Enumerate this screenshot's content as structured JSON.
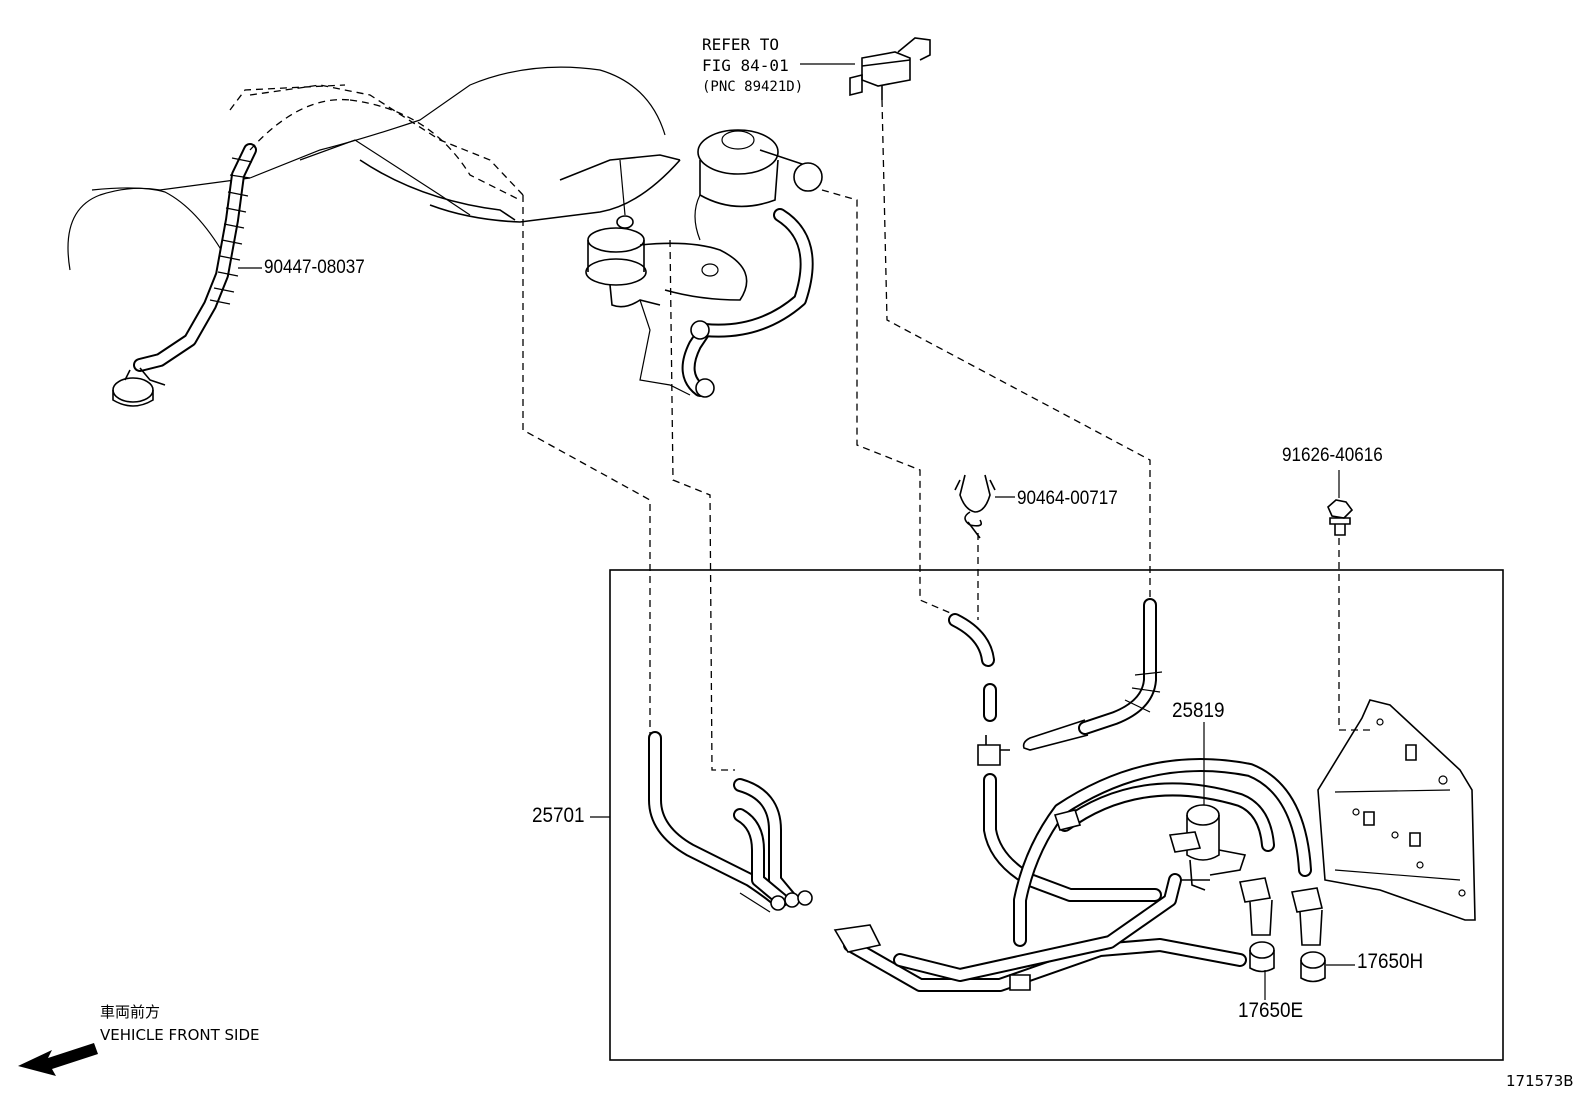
{
  "reference": {
    "line1": "REFER TO",
    "line2": "FIG 84-01",
    "line3": "(PNC 89421D)"
  },
  "parts": {
    "p1": "90447-08037",
    "p2": "90464-00717",
    "p3": "91626-40616",
    "p4": "25701",
    "p5": "25819",
    "p6": "17650H",
    "p7": "17650E"
  },
  "orientation": {
    "japanese": "車両前方",
    "english": "VEHICLE FRONT SIDE"
  },
  "illustration_id": "171573B"
}
